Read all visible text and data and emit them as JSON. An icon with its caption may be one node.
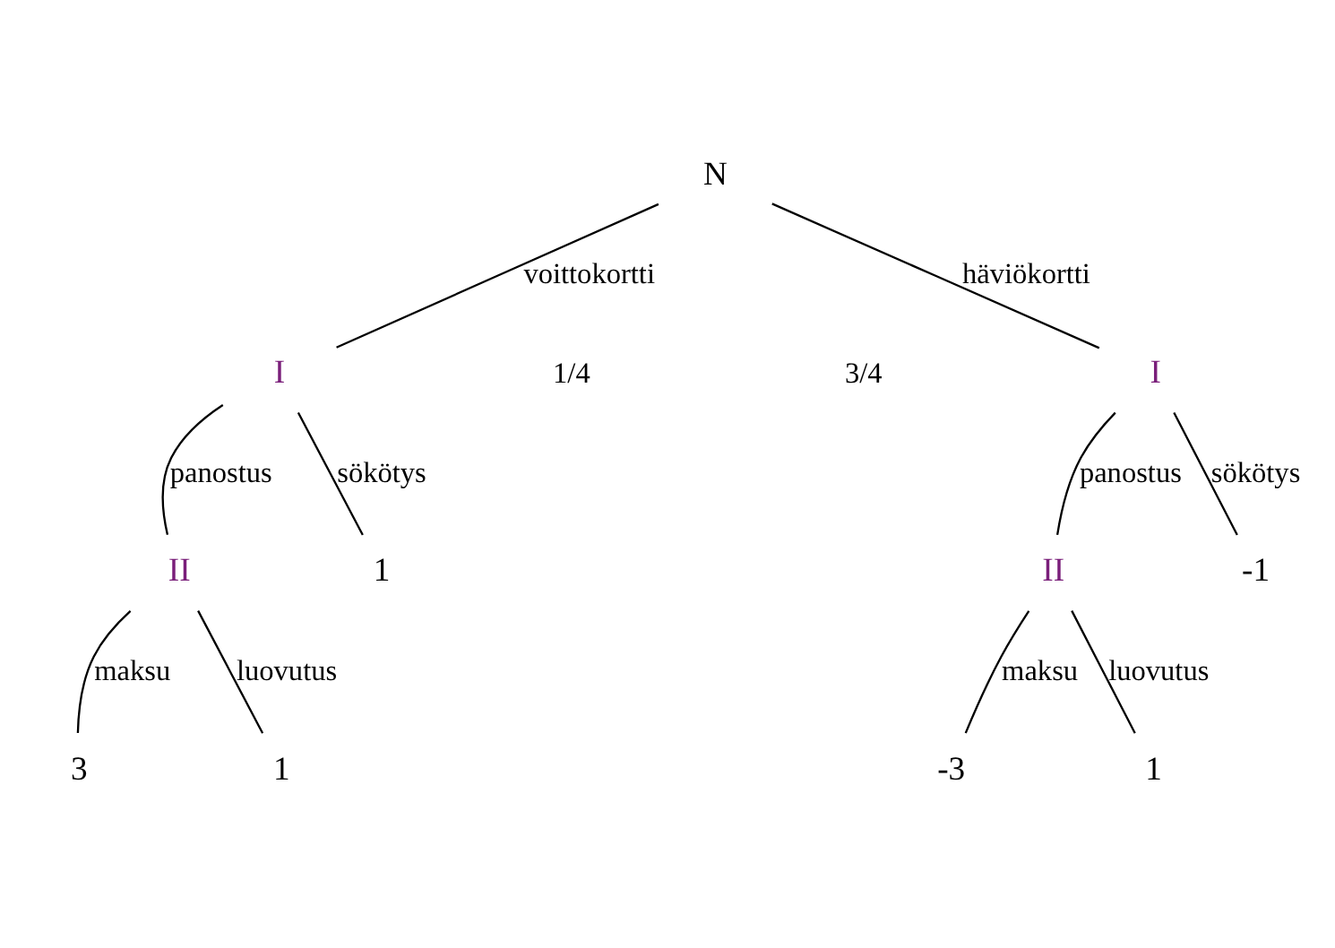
{
  "diagram": {
    "nodes": [
      {
        "text": [
          "N"
        ]
      },
      {
        "text": [
          "I"
        ]
      },
      {
        "text": [
          "I"
        ]
      },
      {
        "text": [
          "II"
        ]
      },
      {
        "text": [
          "1"
        ]
      },
      {
        "text": [
          "II"
        ]
      },
      {
        "text": [
          "-1"
        ]
      },
      {
        "text": [
          "3"
        ]
      },
      {
        "text": [
          "1"
        ]
      },
      {
        "text": [
          "-3"
        ]
      },
      {
        "text": [
          "1"
        ]
      }
    ],
    "edges": [
      {
        "from": 0,
        "to": 1,
        "arrow": "none",
        "label": "voittokortti"
      },
      {
        "from": 0,
        "to": 2,
        "arrow": "none",
        "label": "häviökortti"
      },
      {
        "from": 1,
        "to": 3,
        "arrow": "none",
        "label": "panostus"
      },
      {
        "from": 1,
        "to": 4,
        "arrow": "none",
        "label": "sökötys"
      },
      {
        "from": 2,
        "to": 5,
        "arrow": "none",
        "label": "panostus"
      },
      {
        "from": 2,
        "to": 6,
        "arrow": "none",
        "label": "sökötys"
      },
      {
        "from": 3,
        "to": 7,
        "arrow": "none",
        "label": "maksu"
      },
      {
        "from": 3,
        "to": 8,
        "arrow": "none",
        "label": "luovutus"
      },
      {
        "from": 5,
        "to": 9,
        "arrow": "none",
        "label": "maksu"
      },
      {
        "from": 5,
        "to": 10,
        "arrow": "none",
        "label": "luovutus"
      }
    ],
    "labels": [
      "1/4",
      "3/4"
    ]
  }
}
